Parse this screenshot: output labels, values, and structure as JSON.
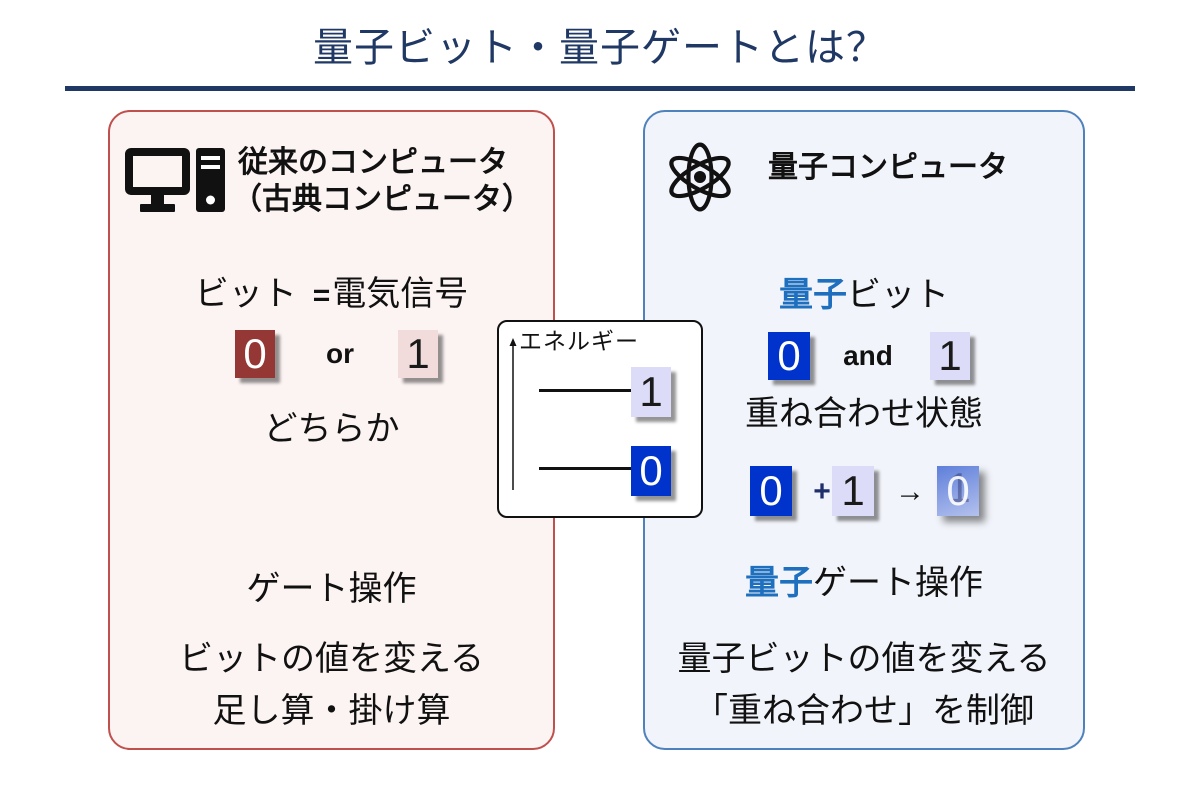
{
  "title": "量子ビット・量子ゲートとは？",
  "colors": {
    "title": "#1f3864",
    "rule": "#1f3864",
    "classical_border": "#c0504d",
    "classical_fill": "#fcf4f3",
    "quantum_border": "#4f81bd",
    "quantum_fill": "#f1f4fa",
    "bit_zero_fill": "#953735",
    "bit_one_fill": "#f2dcdb",
    "qubit_zero_fill": "#0033cc",
    "qubit_one_fill": "#dcdcf8",
    "superposition_fill_dark": "#5e7fda",
    "superposition_fill_light": "#b4c1ee",
    "quantum_accent": "#1f6fbf"
  },
  "icons": {
    "classical": "desktop-computer-icon",
    "quantum": "atom-icon",
    "energy_axis": "up-arrow-icon"
  },
  "classical": {
    "heading_line1": "従来のコンピュータ",
    "heading_line2": "（古典コンピュータ）",
    "bit_word": "ビット",
    "equals": "=",
    "bit_meaning": "電気信号",
    "bit_zero": "0",
    "connector": "or",
    "bit_one": "1",
    "either": "どちらか",
    "gate_title": "ゲート操作",
    "gate_line1": "ビットの値を変える",
    "gate_line2": "足し算・掛け算"
  },
  "energy": {
    "label": "エネルギー",
    "upper_level": "1",
    "lower_level": "0"
  },
  "quantum": {
    "heading": "量子コンピュータ",
    "qubit_prefix": "量子",
    "qubit_suffix": "ビット",
    "qubit_zero": "0",
    "connector": "and",
    "qubit_one": "1",
    "superposition": "重ね合わせ状態",
    "eq_zero": "0",
    "eq_plus": "+",
    "eq_one": "1",
    "eq_arrow": "→",
    "eq_result_zero": "0",
    "eq_result_one": "1",
    "gate_prefix": "量子",
    "gate_suffix": "ゲート操作",
    "gate_line1": "量子ビットの値を変える",
    "gate_line2": "「重ね合わせ」を制御"
  }
}
